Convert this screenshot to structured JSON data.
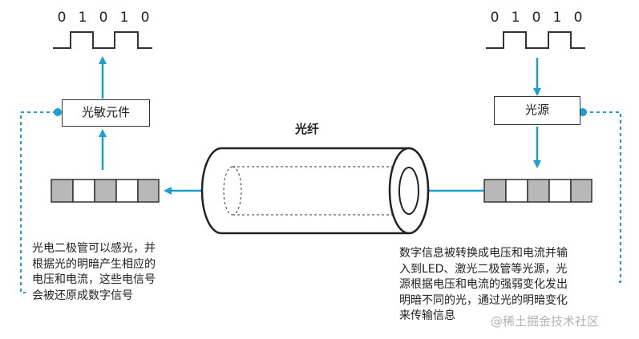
{
  "left": {
    "bits": [
      "0",
      "1",
      "0",
      "1",
      "0"
    ],
    "component_label": "光敏元件",
    "caption_lines": [
      "光电二极管可以感光，并",
      "根据光的明暗产生相应的",
      "电压和电流，这些电信号",
      "会被还原成数字信号"
    ]
  },
  "right": {
    "bits": [
      "0",
      "1",
      "0",
      "1",
      "0"
    ],
    "component_label": "光源",
    "caption_lines": [
      "数字信息被转换成电压和电流并输",
      "入到LED、激光二极管等光源，光",
      "源根据电压和电流的强弱变化发出",
      "明暗不同的光，通过光的明暗变化",
      "来传输信息"
    ]
  },
  "fiber": {
    "label": "光纤"
  },
  "watermark": "@稀土掘金技术社区",
  "colors": {
    "arrow": "#1a9fd0",
    "cell_gray": "#b8b8b8",
    "stroke": "#333333"
  }
}
